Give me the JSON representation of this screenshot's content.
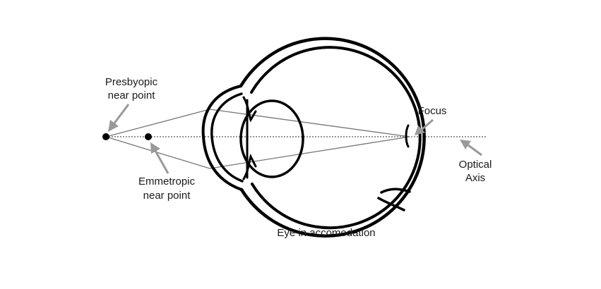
{
  "labels": {
    "presbyopic_line1": "Presbyopic",
    "presbyopic_line2": "near point",
    "emmetropic_line1": "Emmetropic",
    "emmetropic_line2": "near point",
    "focus": "Focus",
    "optical_line1": "Optical",
    "optical_line2": "Axis",
    "caption": "Eye in accomodation"
  },
  "colors": {
    "ink": "#000000",
    "ray": "#777777",
    "arrow": "#999999",
    "background": "#ffffff"
  }
}
